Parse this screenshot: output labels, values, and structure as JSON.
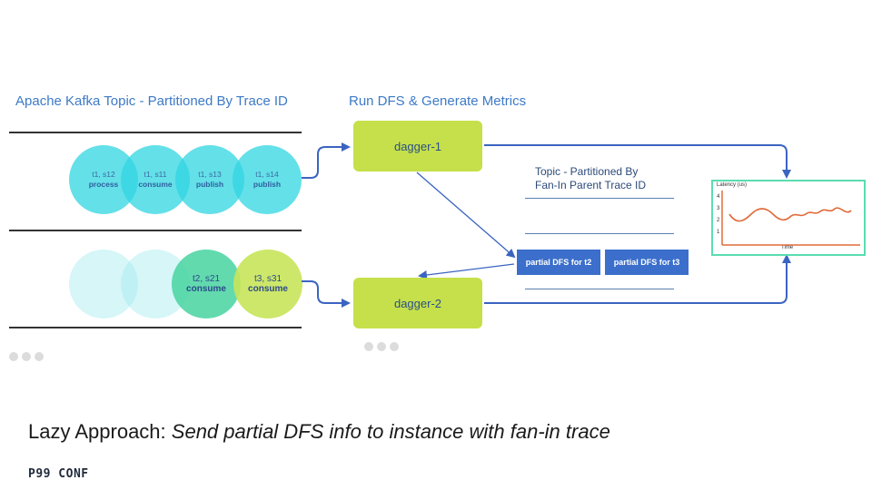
{
  "headings": {
    "kafka": "Apache Kafka Topic - Partitioned By Trace ID",
    "dfs": "Run DFS & Generate Metrics",
    "topic_line1": "Topic - Partitioned By",
    "topic_line2": "Fan-In Parent Trace ID"
  },
  "row1": [
    {
      "id": "t1, s12",
      "action": "process"
    },
    {
      "id": "t1, s11",
      "action": "consume"
    },
    {
      "id": "t1, s13",
      "action": "publish"
    },
    {
      "id": "t1, s14",
      "action": "publish"
    }
  ],
  "row2": [
    {
      "id": "t2, s21",
      "action": "consume"
    },
    {
      "id": "t3, s31",
      "action": "consume"
    }
  ],
  "daggers": {
    "d1": "dagger-1",
    "d2": "dagger-2"
  },
  "partials": {
    "p1": "partial DFS for t2",
    "p2": "partial DFS for t3"
  },
  "chart": {
    "ylabel": "Latency (us)",
    "xlabel": "Time",
    "yticks": [
      "4",
      "3",
      "2",
      "1"
    ]
  },
  "caption": {
    "plain": "Lazy Approach: ",
    "italic": "Send partial DFS info to instance with fan-in trace"
  },
  "logo": "P99 CONF",
  "colors": {
    "accent": "#3d7ac6",
    "dagger": "#c5e04a",
    "partial_box": "#3b6fcb",
    "chart_border": "#5bdcb2",
    "chart_line": "#e06a3a"
  }
}
